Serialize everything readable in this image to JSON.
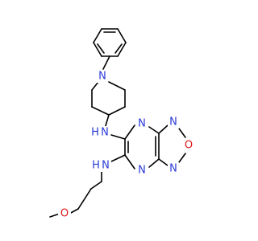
{
  "molecule": {
    "atoms": {
      "piperidine_n": "N",
      "amine_n_upper": "N",
      "amine_h_upper": "H",
      "amine_n_lower": "N",
      "amine_h_lower": "H",
      "pyrazine_n_top": "N",
      "pyrazine_n_bottom": "N",
      "oxadiazole_n_top": "N",
      "oxadiazole_o": "O",
      "oxadiazole_n_bottom": "N",
      "ether_o": "O"
    },
    "colors": {
      "carbon_bond": "#000000",
      "nitrogen": "#2a3bd8",
      "oxygen": "#e0161a",
      "background": "#ffffff"
    }
  }
}
